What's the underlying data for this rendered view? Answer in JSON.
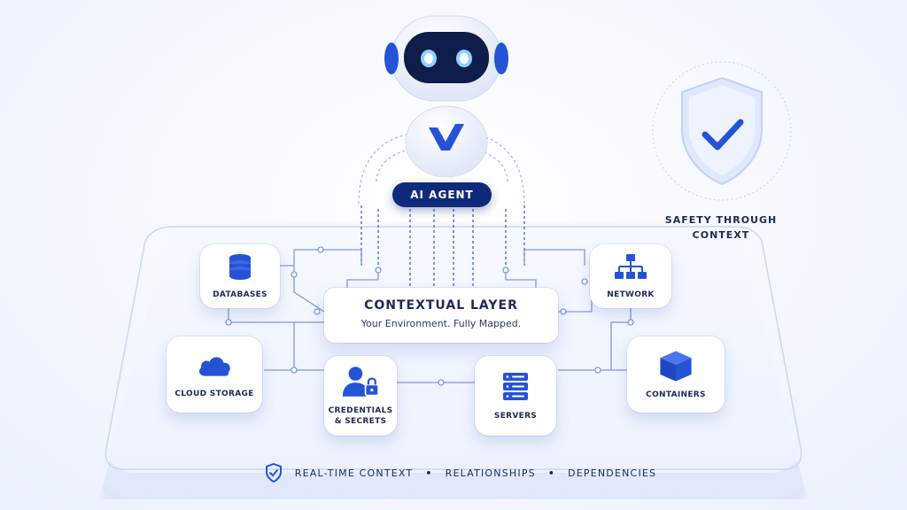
{
  "agent": {
    "label": "AI AGENT"
  },
  "context_layer": {
    "title": "CONTEXTUAL LAYER",
    "subtitle": "Your Environment. Fully Mapped."
  },
  "resources": {
    "databases": "DATABASES",
    "network": "NETWORK",
    "cloud_storage": "CLOUD STORAGE",
    "credentials": "CREDENTIALS\n& SECRETS",
    "servers": "SERVERS",
    "containers": "CONTAINERS"
  },
  "safety": {
    "label": "SAFETY THROUGH\nCONTEXT"
  },
  "footer": {
    "items": [
      "REAL-TIME CONTEXT",
      "RELATIONSHIPS",
      "DEPENDENCIES"
    ],
    "separator": "•"
  },
  "icons": {
    "robot": "robot-icon",
    "shield": "shield-check-icon",
    "footer_shield": "shield-check-icon",
    "databases": "database-icon",
    "network": "network-tree-icon",
    "cloud_storage": "cloud-icon",
    "credentials": "user-lock-icon",
    "servers": "server-icon",
    "containers": "cube-icon"
  },
  "colors": {
    "primary": "#2453d6",
    "navy": "#0f2a7a",
    "line": "#6f8fe6",
    "background": "#f4f7fe"
  }
}
